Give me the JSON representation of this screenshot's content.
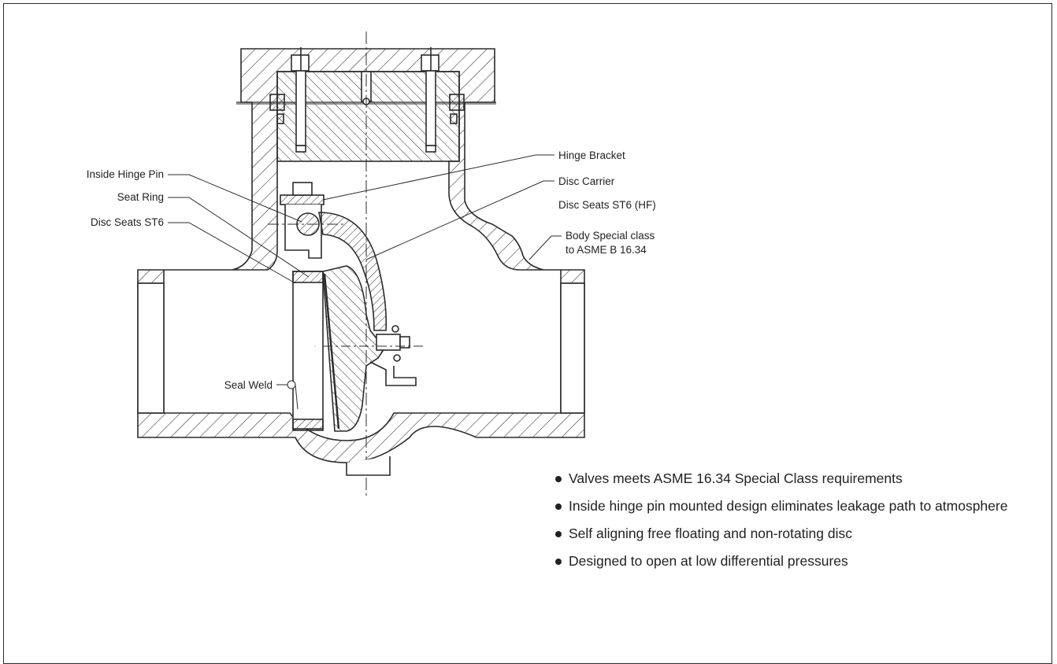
{
  "labels": {
    "inside_hinge_pin": "Inside Hinge Pin",
    "seat_ring": "Seat Ring",
    "disc_seats_st6": "Disc Seats ST6",
    "seal_weld": "Seal Weld",
    "hinge_bracket": "Hinge Bracket",
    "disc_carrier": "Disc Carrier",
    "disc_seats_st6_hf": "Disc Seats ST6 (HF)",
    "body_line1": "Body Special class",
    "body_line2": "to ASME B 16.34"
  },
  "features": [
    "Valves meets ASME 16.34 Special Class requirements",
    "Inside hinge pin mounted design eliminates leakage path to atmosphere",
    "Self aligning free floating and non-rotating disc",
    "Designed to open at low differential pressures"
  ],
  "colors": {
    "line": "#2b2b2b",
    "background": "#ffffff"
  }
}
